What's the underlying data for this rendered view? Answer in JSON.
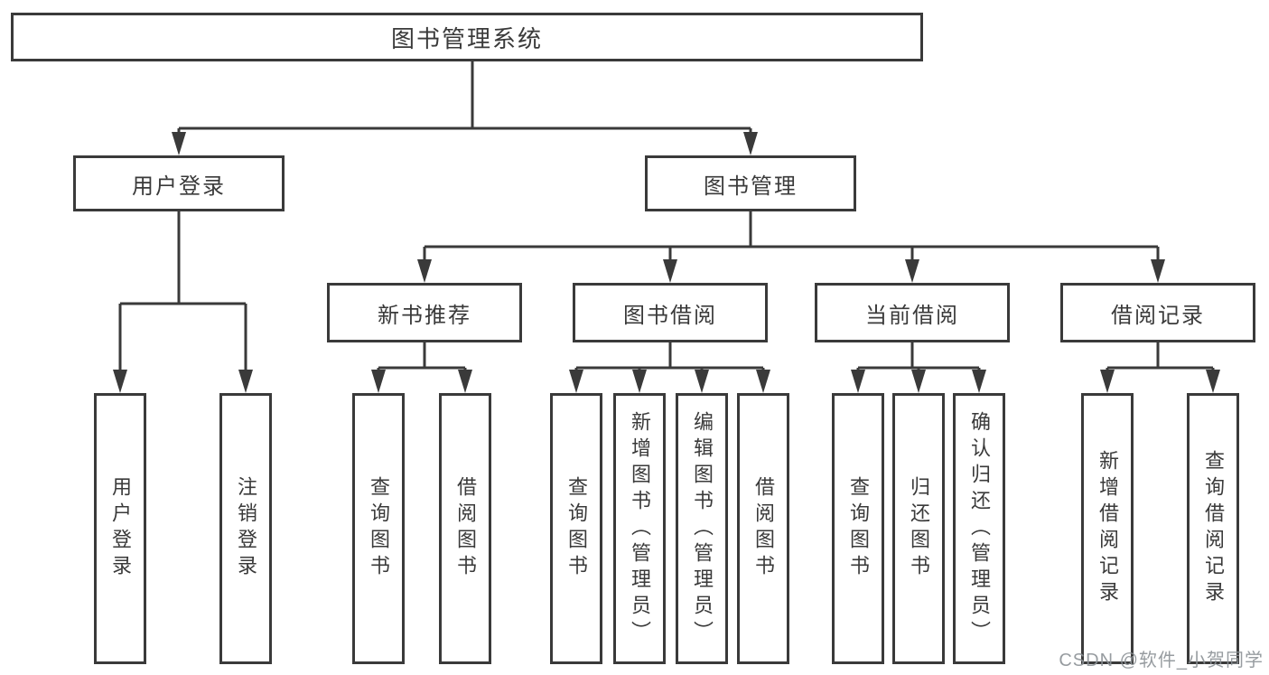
{
  "diagram": {
    "title": "图书管理系统",
    "branches": [
      {
        "label": "用户登录",
        "children": [
          {
            "label": "用户登录"
          },
          {
            "label": "注销登录"
          }
        ]
      },
      {
        "label": "图书管理",
        "children": [
          {
            "label": "新书推荐",
            "children": [
              {
                "label": "查询图书"
              },
              {
                "label": "借阅图书"
              }
            ]
          },
          {
            "label": "图书借阅",
            "children": [
              {
                "label": "查询图书"
              },
              {
                "label": "新增图书（管理员）"
              },
              {
                "label": "编辑图书（管理员）"
              },
              {
                "label": "借阅图书"
              }
            ]
          },
          {
            "label": "当前借阅",
            "children": [
              {
                "label": "查询图书"
              },
              {
                "label": "归还图书"
              },
              {
                "label": "确认归还（管理员）"
              }
            ]
          },
          {
            "label": "借阅记录",
            "children": [
              {
                "label": "新增借阅记录"
              },
              {
                "label": "查询借阅记录"
              }
            ]
          }
        ]
      }
    ]
  },
  "watermark": {
    "text": "CSDN @软件_小贺同学"
  },
  "colors": {
    "line": "#3a3a3a",
    "text": "#3a3a3a",
    "box_background": "#ffffff",
    "watermark": "#8c9196"
  }
}
